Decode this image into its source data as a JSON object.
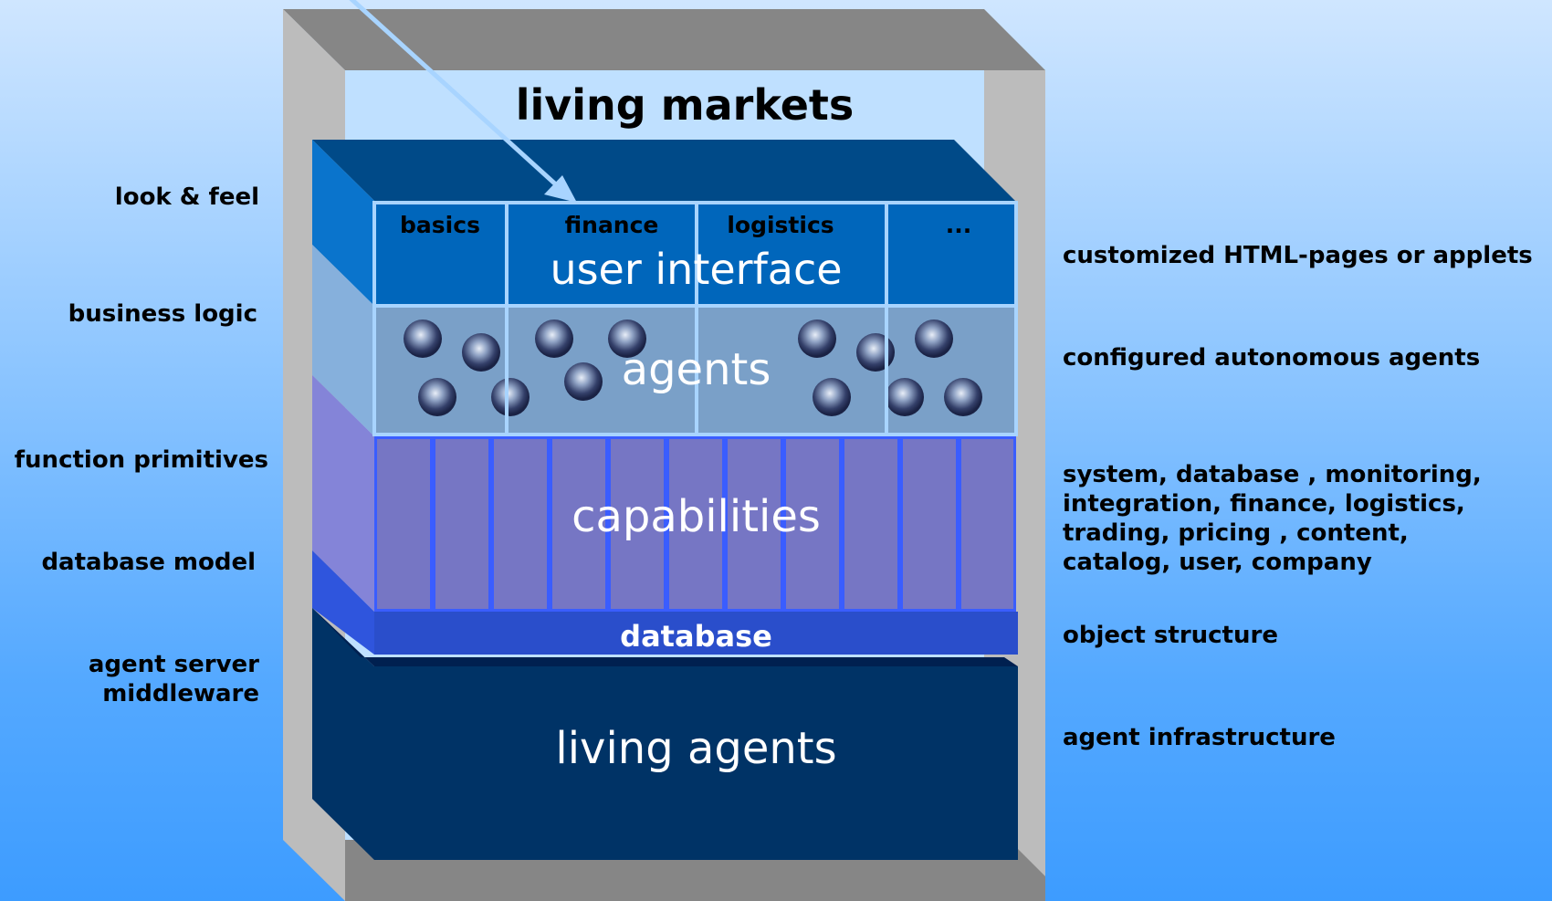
{
  "title": "living markets",
  "left_labels": {
    "look_and_feel": "look & feel",
    "business_logic": "business logic",
    "function_primitives": "function primitives",
    "database_model": "database model",
    "agent_server_middleware": "agent server\nmiddleware"
  },
  "layers": {
    "user_interface": "user interface",
    "agents": "agents",
    "capabilities": "capabilities",
    "database": "database",
    "living_agents": "living agents"
  },
  "tabs": [
    "basics",
    "finance",
    "logistics",
    "..."
  ],
  "right_labels": {
    "customized_pages": "customized HTML-pages or applets",
    "configured_agents": "configured autonomous agents",
    "capabilities_list": "system, database , monitoring,\nintegration, finance, logistics,\ntrading, pricing , content,\ncatalog, user, company",
    "object_structure": "object structure",
    "agent_infrastructure": "agent infrastructure"
  },
  "colors": {
    "frame": "#8a8a8a",
    "frame_light": "#bdbdbd",
    "ui_layer": "#0066bb",
    "agents_layer": "#7fa6d0",
    "capabilities_layer": "#7878c8",
    "database_layer": "#2a50cc",
    "living_agents_layer": "#003366"
  }
}
